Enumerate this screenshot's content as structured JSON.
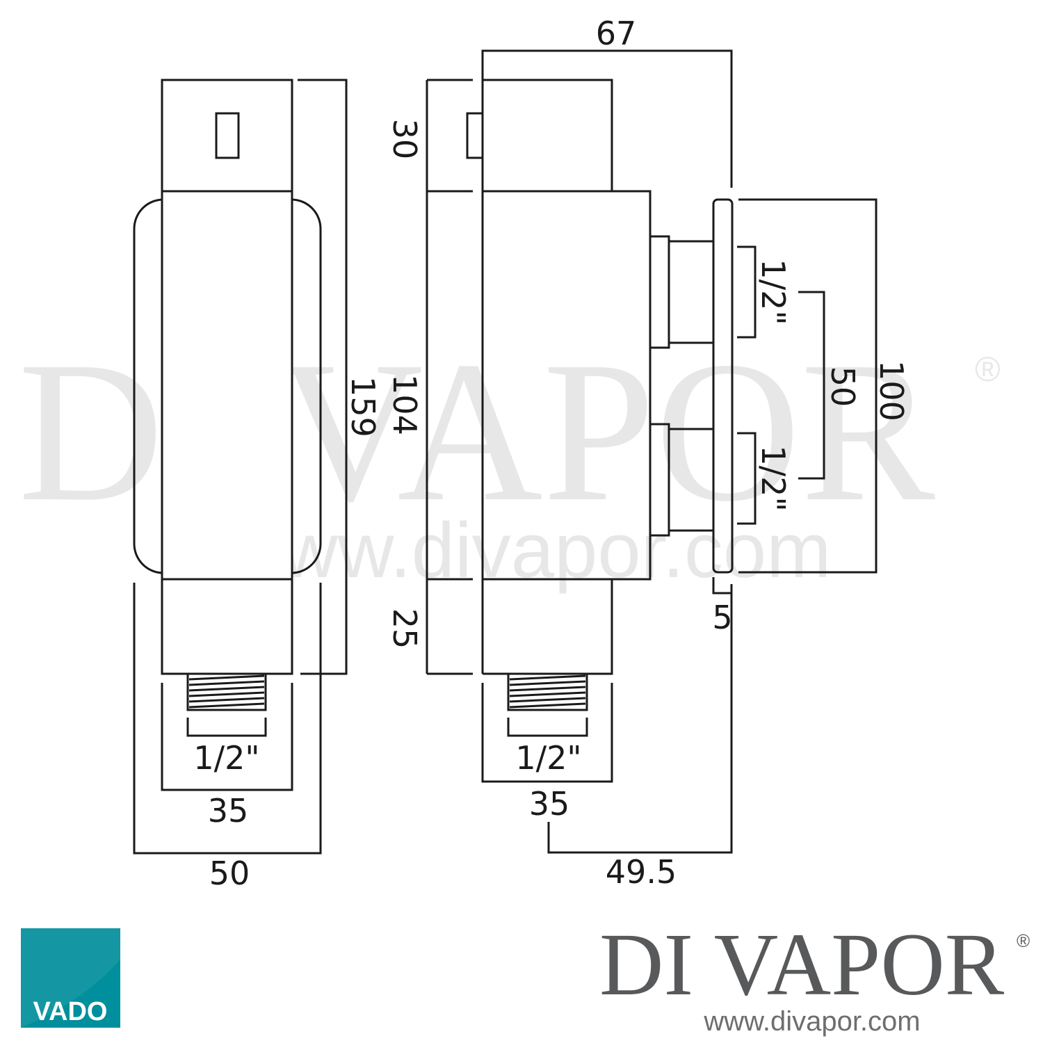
{
  "watermark": {
    "title": "DI VAPOR",
    "registered": "®",
    "url": "www.divapor.com"
  },
  "front_view": {
    "height_label": "159",
    "body_width_label": "35",
    "overall_width_label": "50",
    "inlet_thread_label": "1/2\""
  },
  "side_view": {
    "overall_depth_label": "67",
    "top_section_label": "30",
    "body_height_label": "104",
    "bottom_section_label": "25",
    "body_width_label": "35",
    "inlet_thread_label": "1/2\"",
    "axis_to_wall_label": "49.5",
    "wall_plate_thickness_label": "5",
    "plate_height_label": "100",
    "outlet_centres_label": "50",
    "outlet_top_thread_label": "1/2\"",
    "outlet_bottom_thread_label": "1/2\""
  },
  "logo": {
    "vado_text": "VADO",
    "vado_color": "#008f9c"
  },
  "brand": {
    "name": "DI VAPOR",
    "registered": "®",
    "url": "www.divapor.com"
  }
}
